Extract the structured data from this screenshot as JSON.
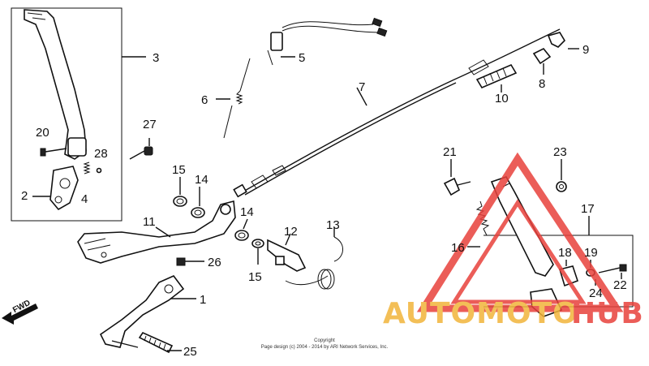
{
  "diagram": {
    "callouts": [
      {
        "id": "1",
        "label": "1"
      },
      {
        "id": "2",
        "label": "2"
      },
      {
        "id": "3",
        "label": "3"
      },
      {
        "id": "4",
        "label": "4"
      },
      {
        "id": "5",
        "label": "5"
      },
      {
        "id": "6",
        "label": "6"
      },
      {
        "id": "7",
        "label": "7"
      },
      {
        "id": "8",
        "label": "8"
      },
      {
        "id": "9",
        "label": "9"
      },
      {
        "id": "10",
        "label": "10"
      },
      {
        "id": "11",
        "label": "11"
      },
      {
        "id": "12",
        "label": "12"
      },
      {
        "id": "13",
        "label": "13"
      },
      {
        "id": "14a",
        "label": "14"
      },
      {
        "id": "14b",
        "label": "14"
      },
      {
        "id": "15a",
        "label": "15"
      },
      {
        "id": "15b",
        "label": "15"
      },
      {
        "id": "16",
        "label": "16"
      },
      {
        "id": "17",
        "label": "17"
      },
      {
        "id": "18",
        "label": "18"
      },
      {
        "id": "19",
        "label": "19"
      },
      {
        "id": "20",
        "label": "20"
      },
      {
        "id": "21",
        "label": "21"
      },
      {
        "id": "22",
        "label": "22"
      },
      {
        "id": "23",
        "label": "23"
      },
      {
        "id": "24",
        "label": "24"
      },
      {
        "id": "25",
        "label": "25"
      },
      {
        "id": "26",
        "label": "26"
      },
      {
        "id": "27",
        "label": "27"
      },
      {
        "id": "28",
        "label": "28"
      }
    ],
    "direction_label": "FWD"
  },
  "copyright": {
    "line1": "Copyright",
    "line2": "Page design (c) 2004 - 2014 by ARI Network Services, Inc."
  },
  "watermark": {
    "text_auto": "AUTOMOTO",
    "text_hub": "HUB",
    "accent_color": "#e8413c",
    "secondary_color": "#f2b43a"
  }
}
